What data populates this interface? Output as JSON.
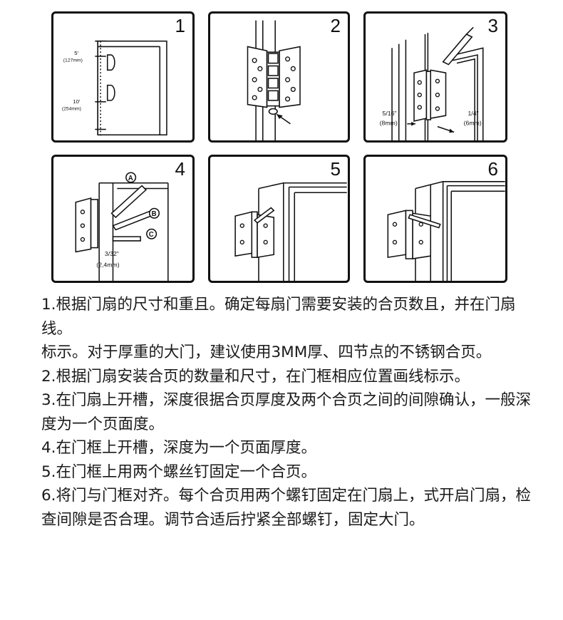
{
  "panels": [
    {
      "number": "1",
      "labels": {
        "top_imperial": "5'",
        "top_metric": "(127mm)",
        "bottom_imperial": "10'",
        "bottom_metric": "(254mm)"
      }
    },
    {
      "number": "2"
    },
    {
      "number": "3",
      "labels": {
        "left_imperial": "5/16\"",
        "left_metric": "(8mm)",
        "right_imperial": "1/4\"",
        "right_metric": "(6mm)"
      }
    },
    {
      "number": "4",
      "labels": {
        "tool_a": "A",
        "tool_b": "B",
        "tool_c": "C",
        "depth_imperial": "3/32\"",
        "depth_metric": "(2,4mm)"
      }
    },
    {
      "number": "5"
    },
    {
      "number": "6"
    }
  ],
  "steps": [
    "1.根据门扇的尺寸和重且。确定每扇门需要安装的合页数且，并在门扇线。",
    "标示。对于厚重的大门，建议使用3MM厚、四节点的不锈钢合页。",
    "2.根据门扇安装合页的数量和尺寸，在门框相应位置画线标示。",
    "3.在门扇上开槽，深度很据合页厚度及两个合页之间的间隙确认，一般深度为一个页面度。",
    "4.在门框上开槽，深度为一个页面厚度。",
    "5.在门框上用两个螺丝钉固定一个合页。",
    "6.将门与门框对齐。每个合页用两个螺钉固定在门扇上，式开启门扇，检查间隙是否合理。调节合适后拧紧全部螺钉，固定大门。"
  ]
}
